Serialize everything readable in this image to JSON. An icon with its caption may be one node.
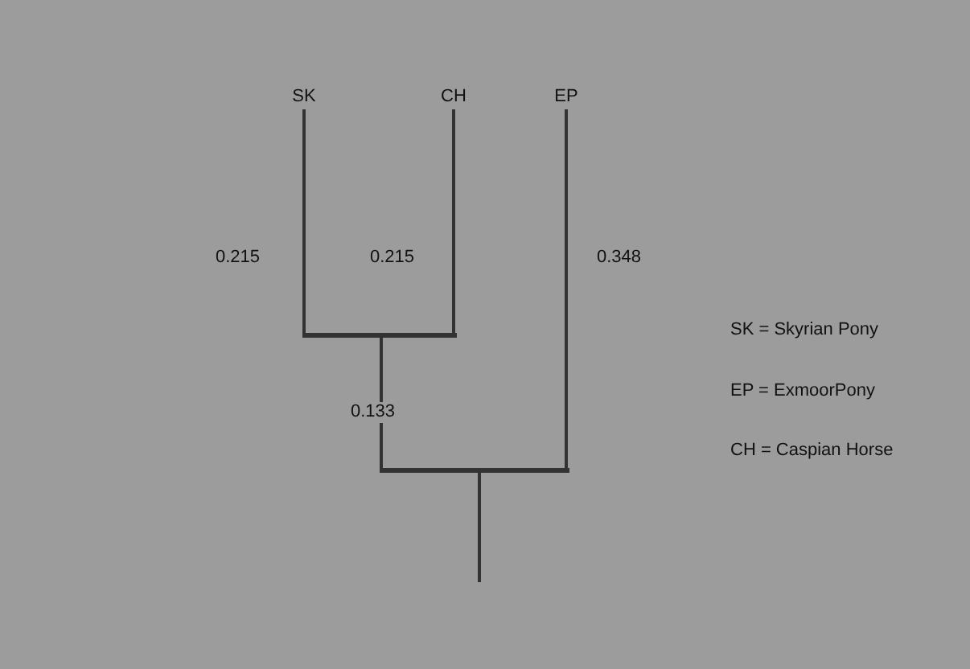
{
  "diagram": {
    "nodes": [
      {
        "text": [
          "SK"
        ]
      },
      {
        "text": [
          "CH"
        ]
      },
      {
        "text": [
          "EP"
        ]
      },
      {
        "text": [],
        "shape": "bar"
      },
      {
        "text": [],
        "shape": "bar"
      }
    ],
    "edges": [
      {
        "from": 3,
        "to": 0,
        "arrow": "none",
        "label": "0.215"
      },
      {
        "from": 3,
        "to": 1,
        "arrow": "none",
        "label": "0.215"
      },
      {
        "from": 4,
        "to": 3,
        "arrow": "none",
        "label": "0.133"
      },
      {
        "from": 4,
        "to": 2,
        "arrow": "none",
        "label": "0.348"
      },
      {
        "from": 4,
        "to": null,
        "arrow": "none"
      }
    ],
    "labels": [
      "SK = Skyrian Pony",
      "EP = ExmoorPony",
      "CH = Caspian Horse"
    ]
  }
}
